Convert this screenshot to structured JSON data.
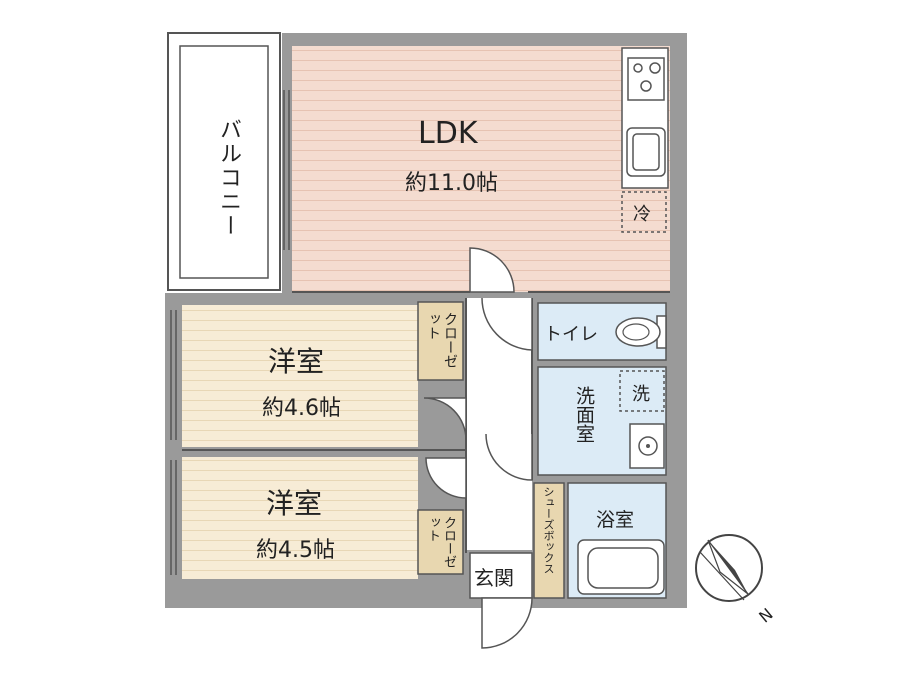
{
  "rooms": {
    "ldk": {
      "name": "LDK",
      "size": "約11.0帖"
    },
    "western1": {
      "name": "洋室",
      "size": "約4.6帖"
    },
    "western2": {
      "name": "洋室",
      "size": "約4.5帖"
    },
    "balcony": "バルコニー",
    "closet1": "クローゼット",
    "closet2": "クローゼット",
    "toilet": "トイレ",
    "washroom": "洗面室",
    "bathroom": "浴室",
    "entrance": "玄関",
    "shoebox": "シューズボックス"
  },
  "symbols": {
    "fridge": "冷",
    "washer": "洗",
    "compass_north": "N"
  },
  "icons": [
    "stove-icon",
    "sink-icon",
    "toilet-icon",
    "washbasin-icon",
    "bathtub-icon",
    "compass-icon"
  ],
  "colors": {
    "wall": "#9a9a9a",
    "ldk_floor": "#f4dcd0",
    "western_floor": "#f7ecd6",
    "wet_area": "#dcebf6",
    "storage": "#e8d7b0",
    "line": "#555555"
  }
}
